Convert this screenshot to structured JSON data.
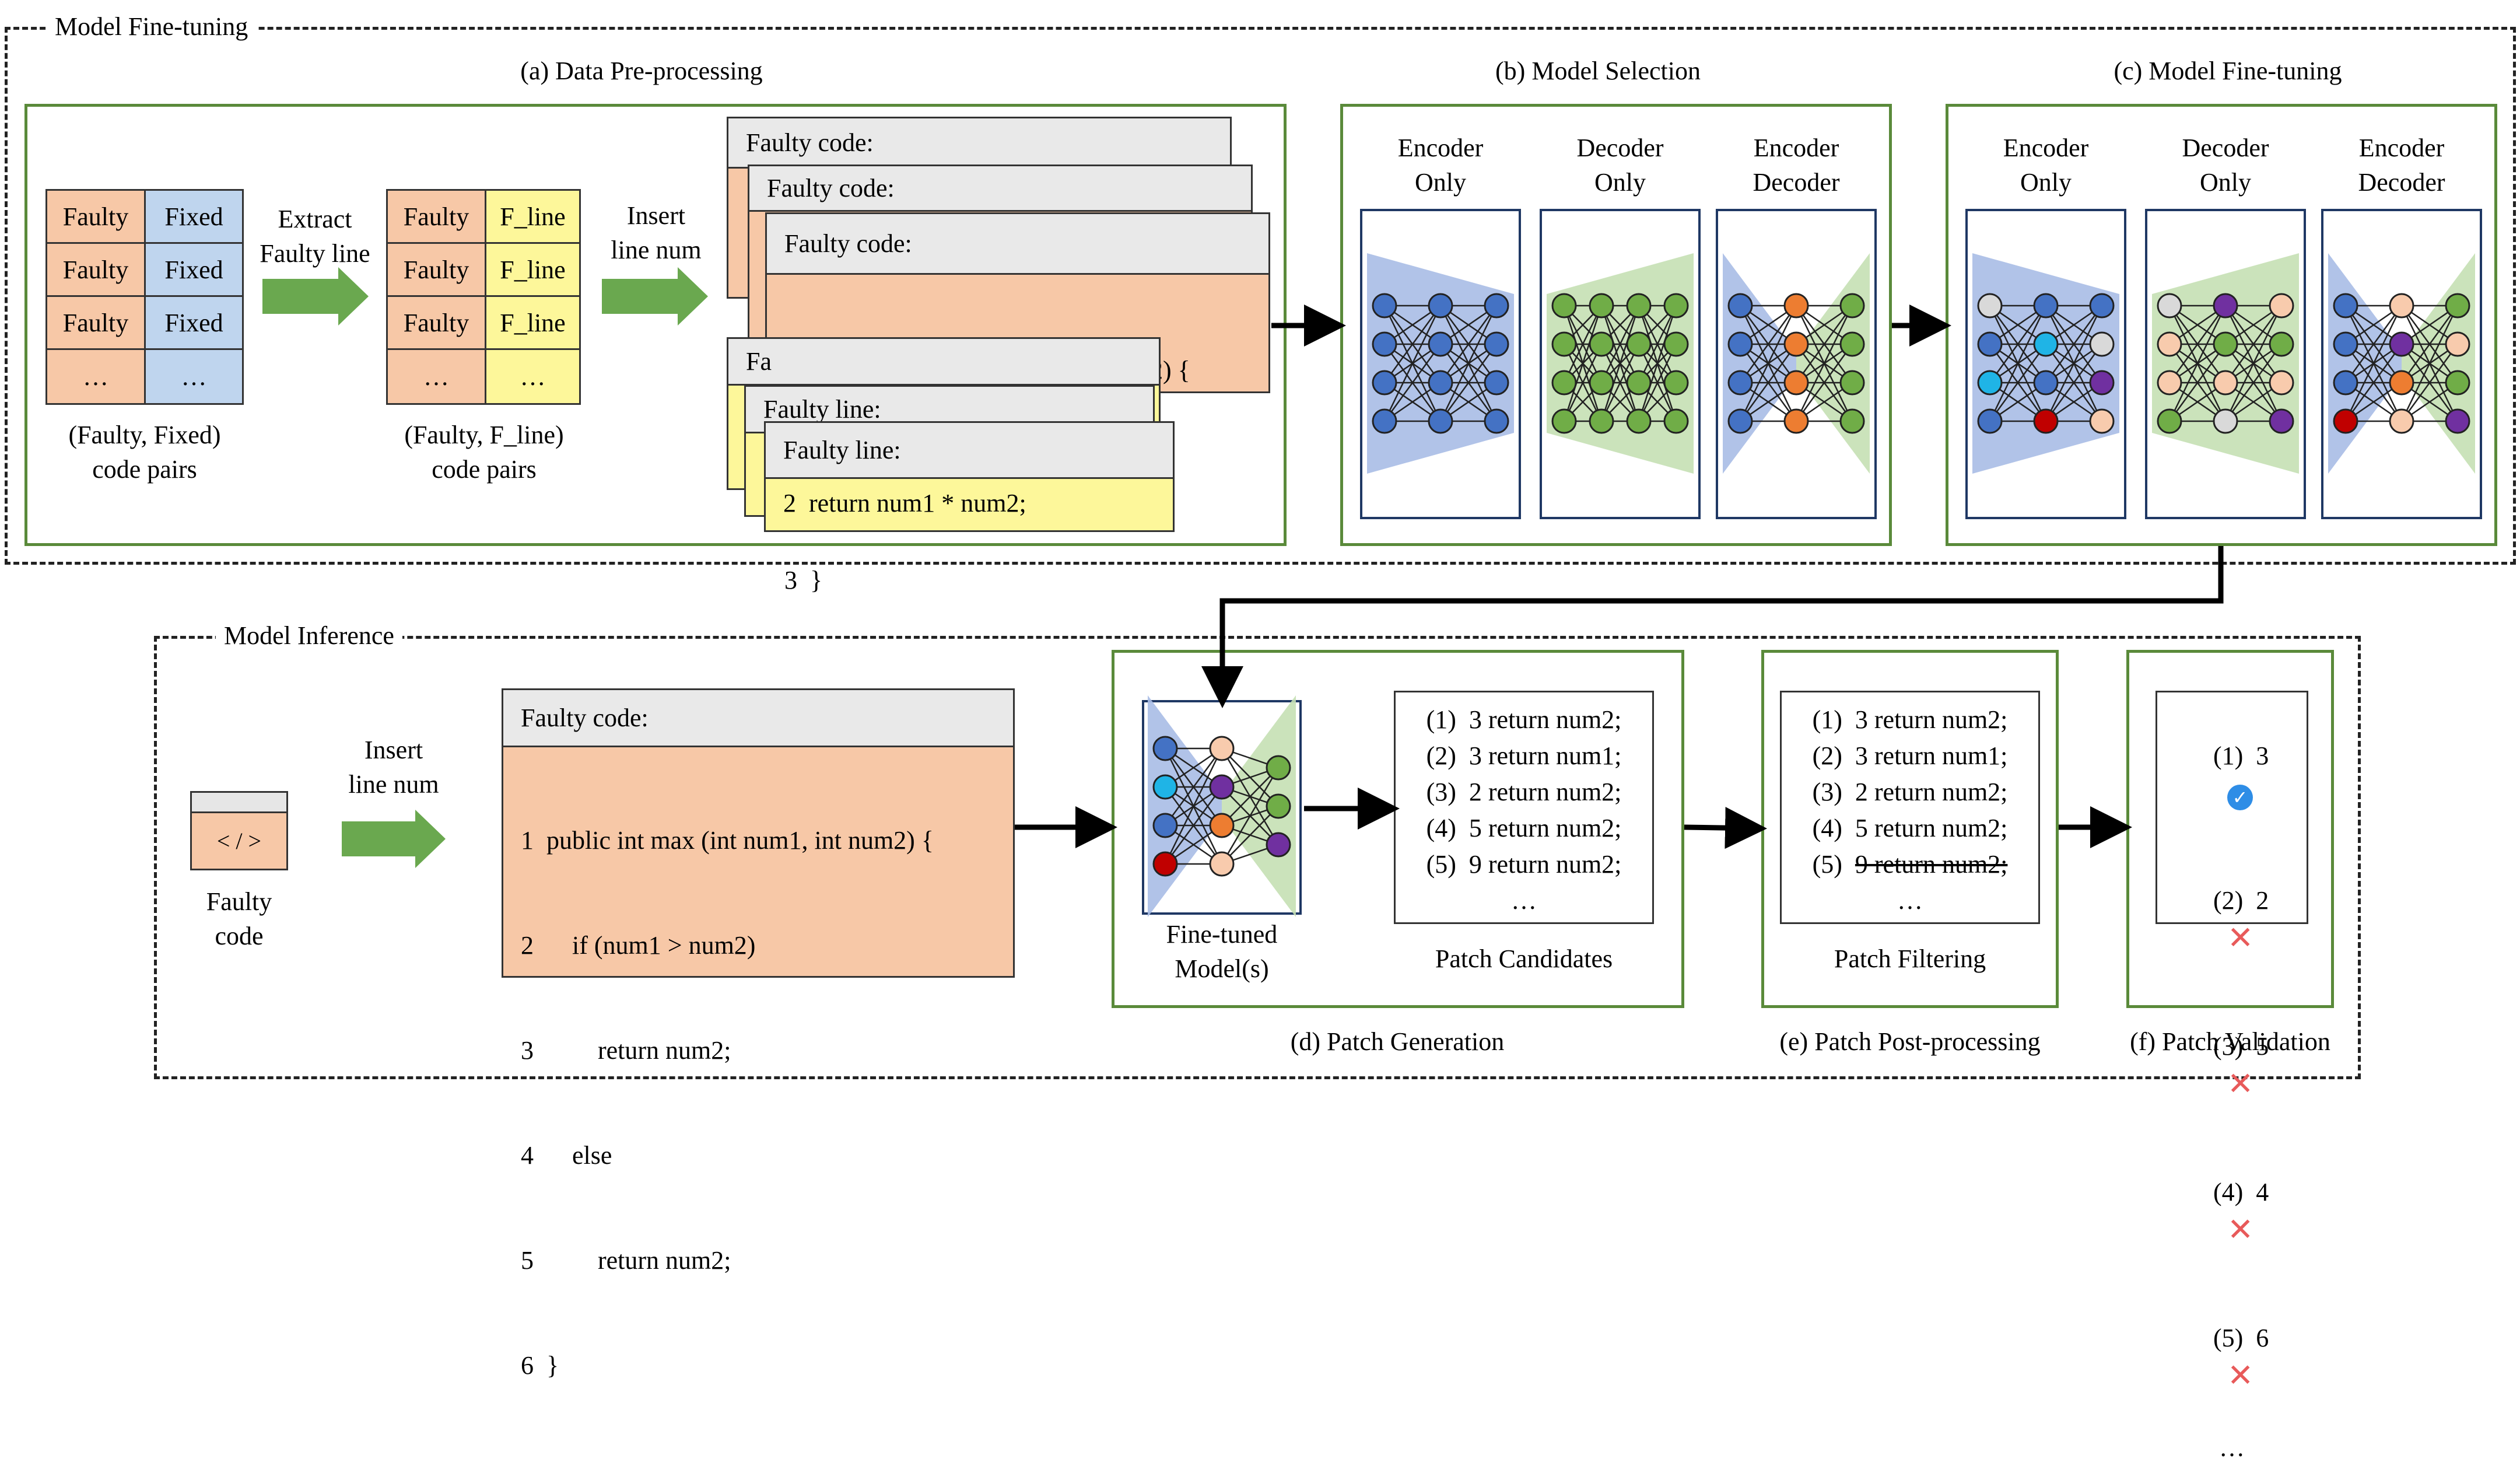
{
  "sections": {
    "fine_tuning_title": "Model Fine-tuning",
    "inference_title": "Model Inference"
  },
  "panels": {
    "a_caption": "(a) Data Pre-processing",
    "b_caption": "(b) Model Selection",
    "c_caption": "(c) Model Fine-tuning",
    "d_caption": "(d) Patch Generation",
    "e_caption": "(e) Patch Post-processing",
    "f_caption": "(f) Patch Validation"
  },
  "preprocess": {
    "table1": {
      "rows": [
        [
          "Faulty",
          "Fixed"
        ],
        [
          "Faulty",
          "Fixed"
        ],
        [
          "Faulty",
          "Fixed"
        ],
        [
          "…",
          "…"
        ]
      ],
      "caption_line1": "(Faulty, Fixed)",
      "caption_line2": "code pairs"
    },
    "arrow1_line1": "Extract",
    "arrow1_line2": "Faulty line",
    "table2": {
      "rows": [
        [
          "Faulty",
          "F_line"
        ],
        [
          "Faulty",
          "F_line"
        ],
        [
          "Faulty",
          "F_line"
        ],
        [
          "…",
          "…"
        ]
      ],
      "caption_line1": "(Faulty, F_line)",
      "caption_line2": "code pairs"
    },
    "arrow2_line1": "Insert",
    "arrow2_line2": "line num",
    "faulty_code_header": "Faulty code:",
    "faulty_code_lines": [
      "1  public int add (int num1, int num2) {",
      "2      return num1 * num2;",
      "3  }"
    ],
    "faulty_line_header": "Faulty line:",
    "faulty_line_partial": "Fa",
    "faulty_line_value": "2  return num1 * num2;"
  },
  "model_selection": {
    "columns": [
      {
        "line1": "Encoder",
        "line2": "Only"
      },
      {
        "line1": "Decoder",
        "line2": "Only"
      },
      {
        "line1": "Encoder",
        "line2": "Decoder"
      }
    ]
  },
  "model_finetuning": {
    "columns": [
      {
        "line1": "Encoder",
        "line2": "Only"
      },
      {
        "line1": "Decoder",
        "line2": "Only"
      },
      {
        "line1": "Encoder",
        "line2": "Decoder"
      }
    ]
  },
  "inference": {
    "file_icon_text": "< / >",
    "faulty_code_label_line1": "Faulty",
    "faulty_code_label_line2": "code",
    "arrow_line1": "Insert",
    "arrow_line2": "line num",
    "code_header": "Faulty code:",
    "code_lines": [
      "1  public int max (int num1, int num2) {",
      "2      if (num1 > num2)",
      "3          return num2;",
      "4      else",
      "5          return num2;",
      "6  }"
    ],
    "model_label_line1": "Fine-tuned",
    "model_label_line2": "Model(s)",
    "candidates_title": "Patch Candidates",
    "candidates": [
      "(1)  3 return num2;",
      "(2)  3 return num1;",
      "(3)  2 return num2;",
      "(4)  5 return num2;",
      "(5)  9 return num2;",
      "…"
    ],
    "filtering_title": "Patch Filtering",
    "filtered": [
      "(1)  3 return num2;",
      "(2)  3 return num1;",
      "(3)  2 return num2;",
      "(4)  5 return num2;",
      "9 return num2;",
      "…"
    ],
    "filtered_strike_prefix": "(5)  ",
    "validation": [
      {
        "label": "(1)  3",
        "ok": true
      },
      {
        "label": "(2)  2",
        "ok": false
      },
      {
        "label": "(3)  5",
        "ok": false
      },
      {
        "label": "(4)  4",
        "ok": false
      },
      {
        "label": "(5)  6",
        "ok": false
      }
    ],
    "validation_more": "…"
  },
  "colors": {
    "panel_border": "#5a8a3a",
    "encoder_fill": "#a9bde6",
    "decoder_fill": "#c5e0b4",
    "arrow_green": "#6aa84f",
    "check_blue": "#2e8de6",
    "cross_red": "#e85a5a"
  }
}
